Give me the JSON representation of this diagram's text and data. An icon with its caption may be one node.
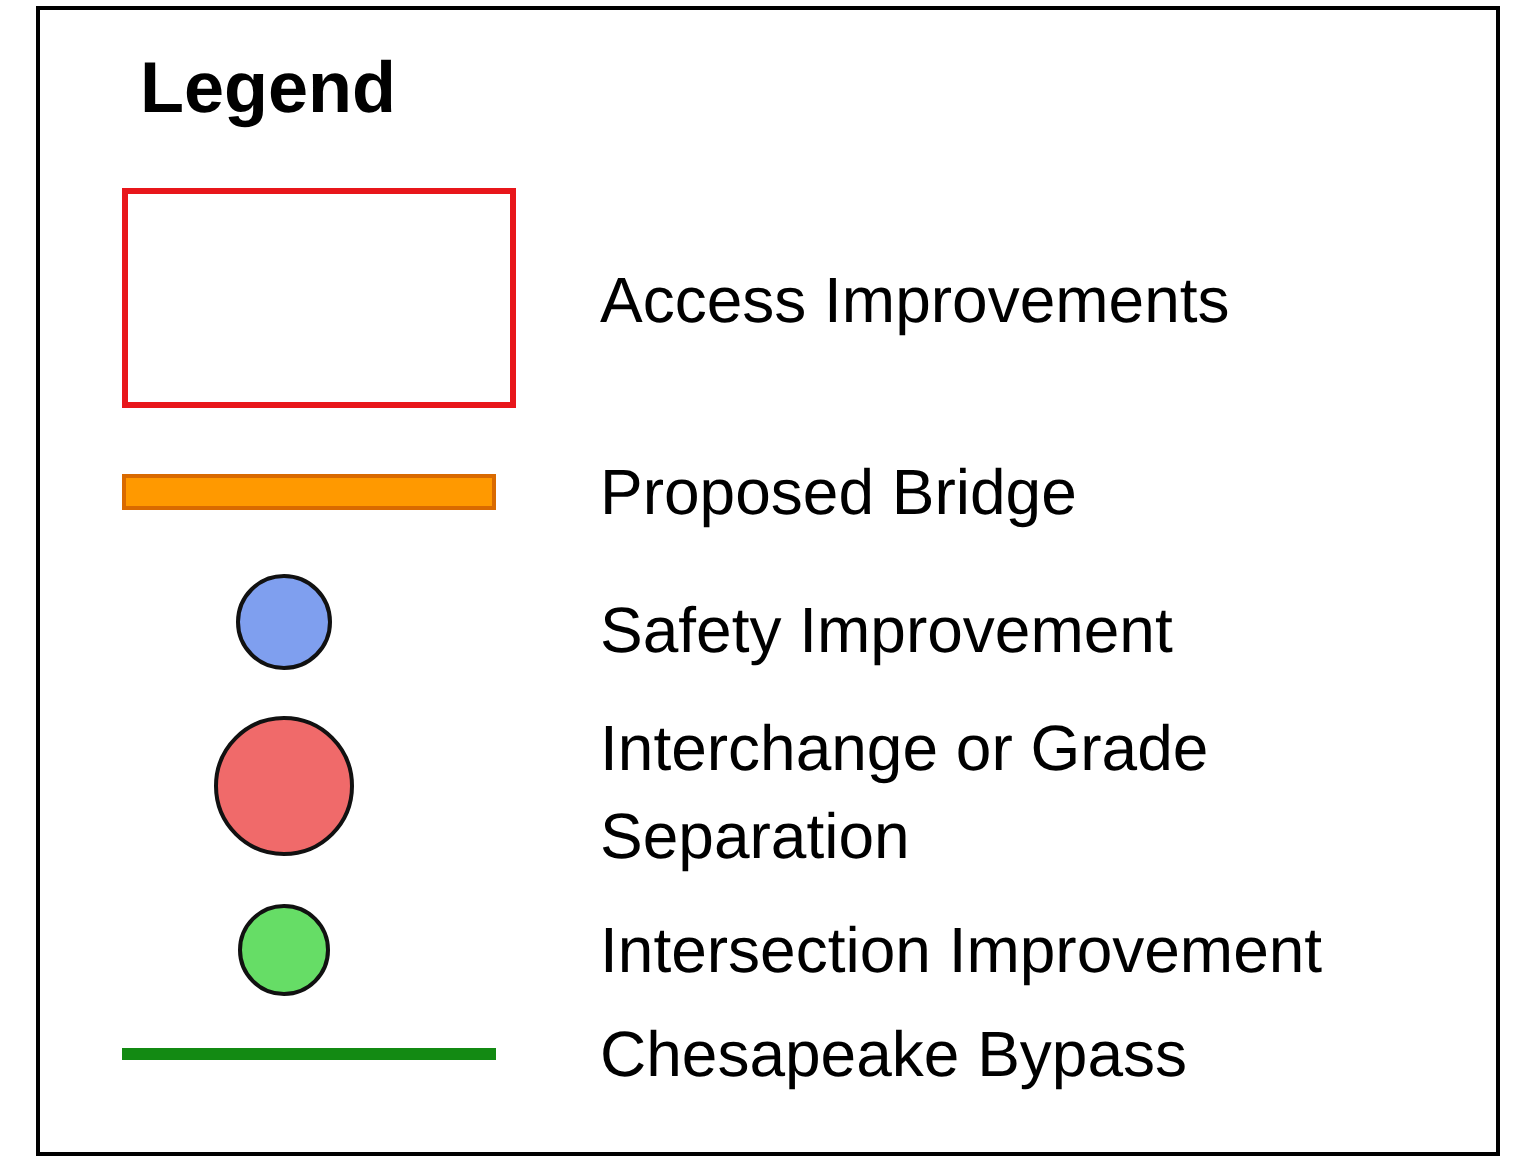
{
  "diagram": {
    "title": "Legend",
    "legend": [
      {
        "text": "Access Improvements",
        "color": "#e8161b"
      },
      {
        "text": "Proposed Bridge",
        "color": "#ff9900"
      },
      {
        "text": "Safety Improvement",
        "color": "#7f9fef"
      },
      {
        "text": "Interchange or Grade Separation",
        "color": "#f06a6a"
      },
      {
        "text": "Intersection Improvement",
        "color": "#66dd66"
      },
      {
        "text": "Chesapeake Bypass",
        "color": "#138a13"
      }
    ]
  }
}
